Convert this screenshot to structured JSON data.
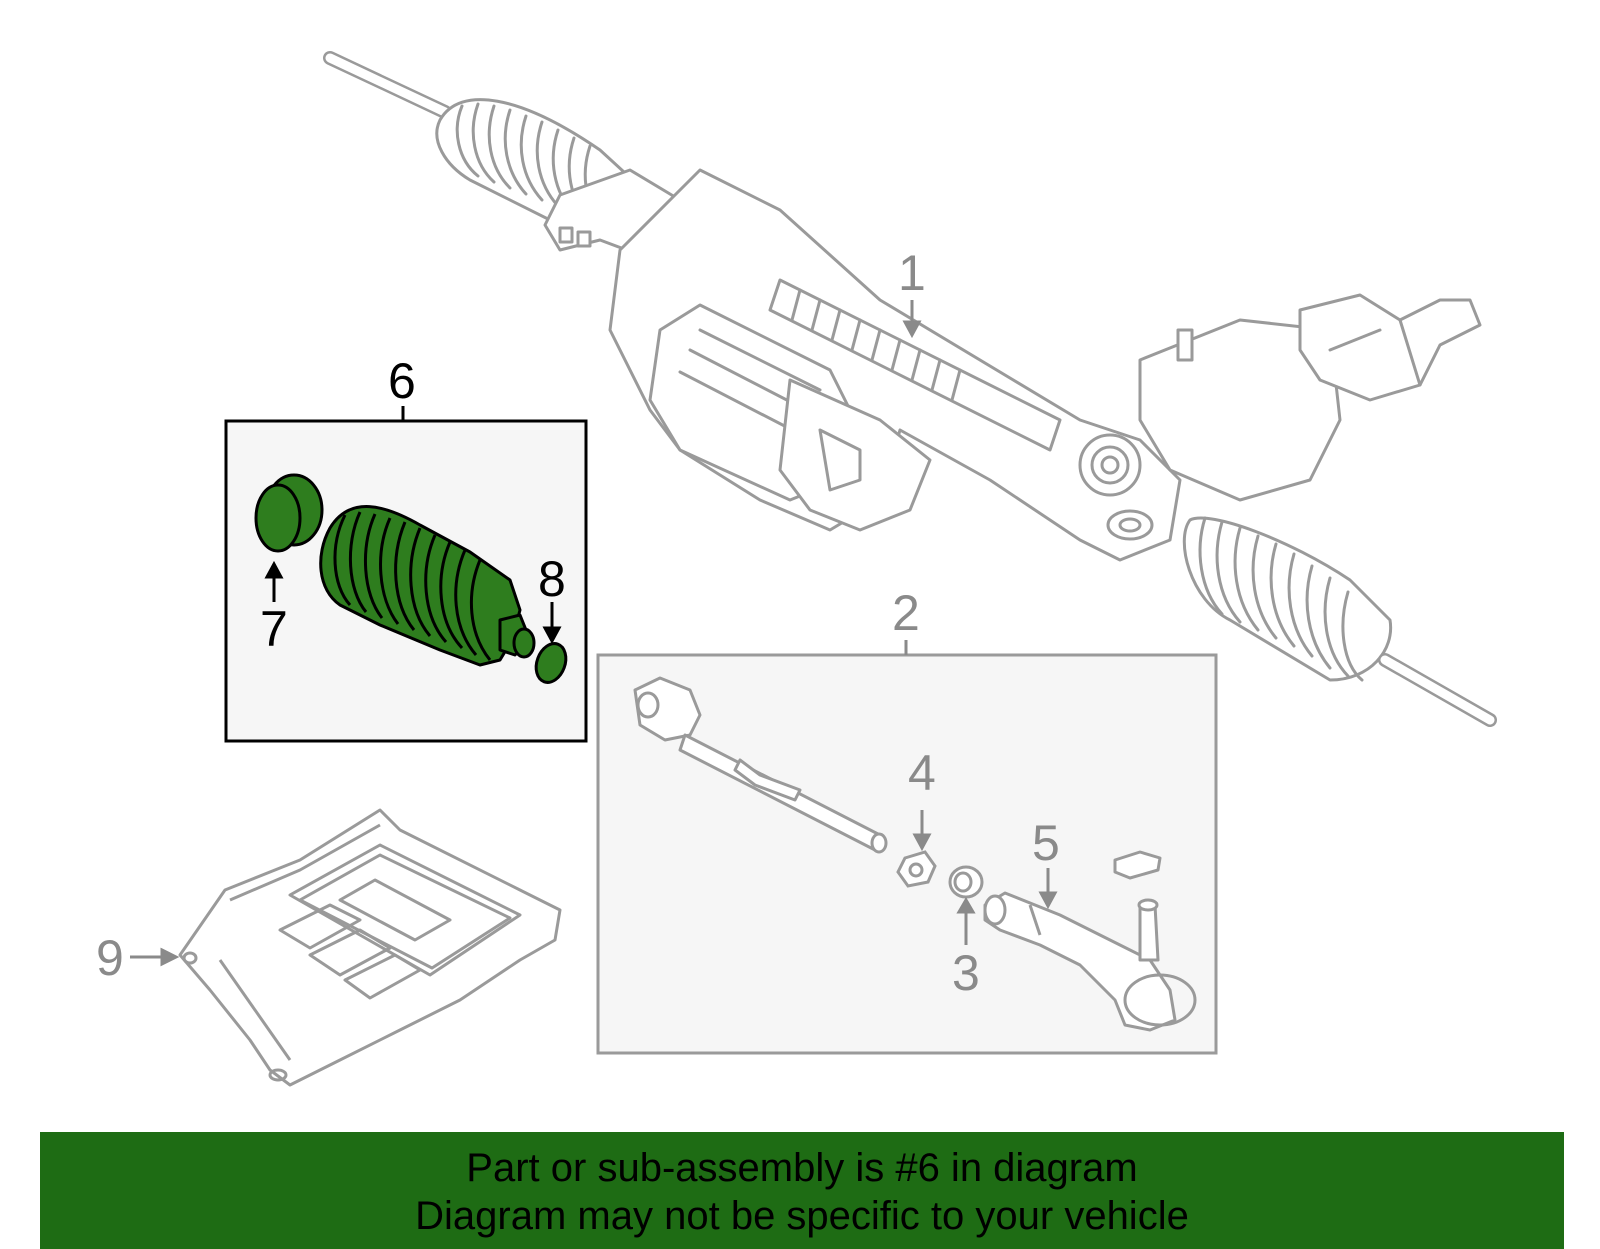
{
  "colors": {
    "highlight": "#1e6c14",
    "part_fill": "#2e7d1e",
    "outline": "#9a9a9a",
    "box_bg": "#f6f6f6"
  },
  "callouts": {
    "c1": "1",
    "c2": "2",
    "c3": "3",
    "c4": "4",
    "c5": "5",
    "c6": "6",
    "c7": "7",
    "c8": "8",
    "c9": "9"
  },
  "banner": {
    "line1": "Part or sub-assembly is #6 in diagram",
    "line2": "Diagram may not be specific to your vehicle"
  }
}
